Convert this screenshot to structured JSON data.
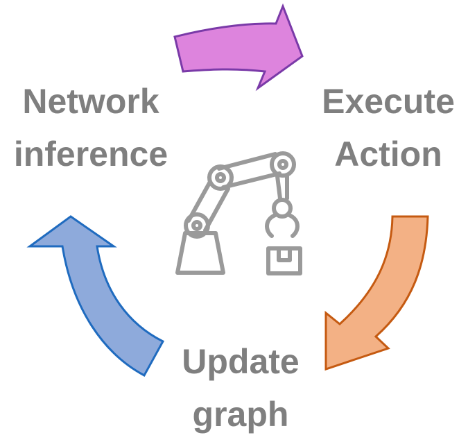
{
  "colors": {
    "text": "#7f7f7f",
    "robot_stroke": "#9a9a9a",
    "arrow_top_fill": "#dd84dd",
    "arrow_top_stroke": "#7a3aa8",
    "arrow_right_fill": "#f3b185",
    "arrow_right_stroke": "#c55a11",
    "arrow_left_fill": "#8eaadb",
    "arrow_left_stroke": "#1f6bbf"
  },
  "steps": {
    "network": {
      "line1": "Network",
      "line2": "inference"
    },
    "execute": {
      "line1": "Execute",
      "line2": "Action"
    },
    "update": {
      "line1": "Update",
      "line2": "graph"
    }
  },
  "icons": {
    "center": "robot-arm-icon",
    "arrow_top": "curved-arrow-right-icon",
    "arrow_right": "curved-arrow-down-icon",
    "arrow_left": "curved-arrow-up-icon"
  }
}
